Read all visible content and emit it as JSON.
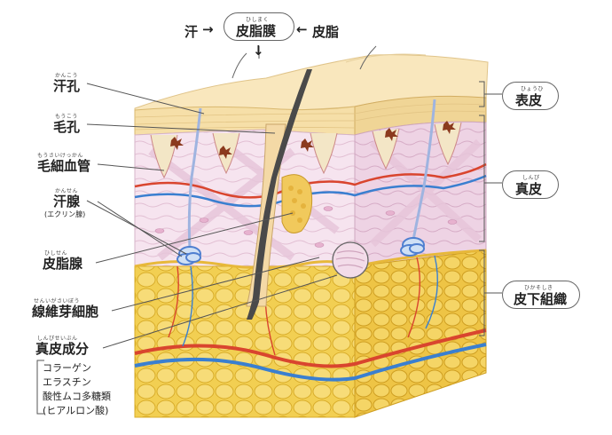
{
  "top": {
    "sweat": "汗",
    "arrow_right": "→",
    "membrane_ruby": "ひしまく",
    "membrane": "皮脂膜",
    "arrow_left": "←",
    "sebum": "皮脂",
    "arrow_down": "↓"
  },
  "left_labels": [
    {
      "key": "sweat_pore",
      "ruby": "かんこう",
      "text": "汗孔"
    },
    {
      "key": "hair_pore",
      "ruby": "もうこう",
      "text": "毛孔"
    },
    {
      "key": "capillary",
      "ruby": "もうさいけっかん",
      "text": "毛細血管"
    },
    {
      "key": "sweat_gland",
      "ruby": "かんせん",
      "text": "汗腺",
      "sub": "(エクリン腺)"
    },
    {
      "key": "sebaceous_gland",
      "ruby": "ひしせん",
      "text": "皮脂腺"
    },
    {
      "key": "fibroblast",
      "ruby": "せんいがさいぼう",
      "text": "線維芽細胞"
    },
    {
      "key": "dermal_components",
      "ruby": "しんぴせいぶん",
      "text": "真皮成分"
    }
  ],
  "components": [
    "コラーゲン",
    "エラスチン",
    "酸性ムコ多糖類",
    "(ヒアルロン酸)"
  ],
  "right_labels": [
    {
      "key": "epidermis",
      "ruby": "ひょうひ",
      "text": "表皮"
    },
    {
      "key": "dermis",
      "ruby": "しんぴ",
      "text": "真皮"
    },
    {
      "key": "subcutaneous",
      "ruby": "ひかそしき",
      "text": "皮下組織"
    }
  ],
  "colors": {
    "epidermis": "#f7e3b3",
    "dermis": "#f5e0ee",
    "fat": "#f2cf52",
    "artery": "#d9452e",
    "vein": "#3a7fd0",
    "hair": "#4a4a4a",
    "line": "#555555"
  }
}
